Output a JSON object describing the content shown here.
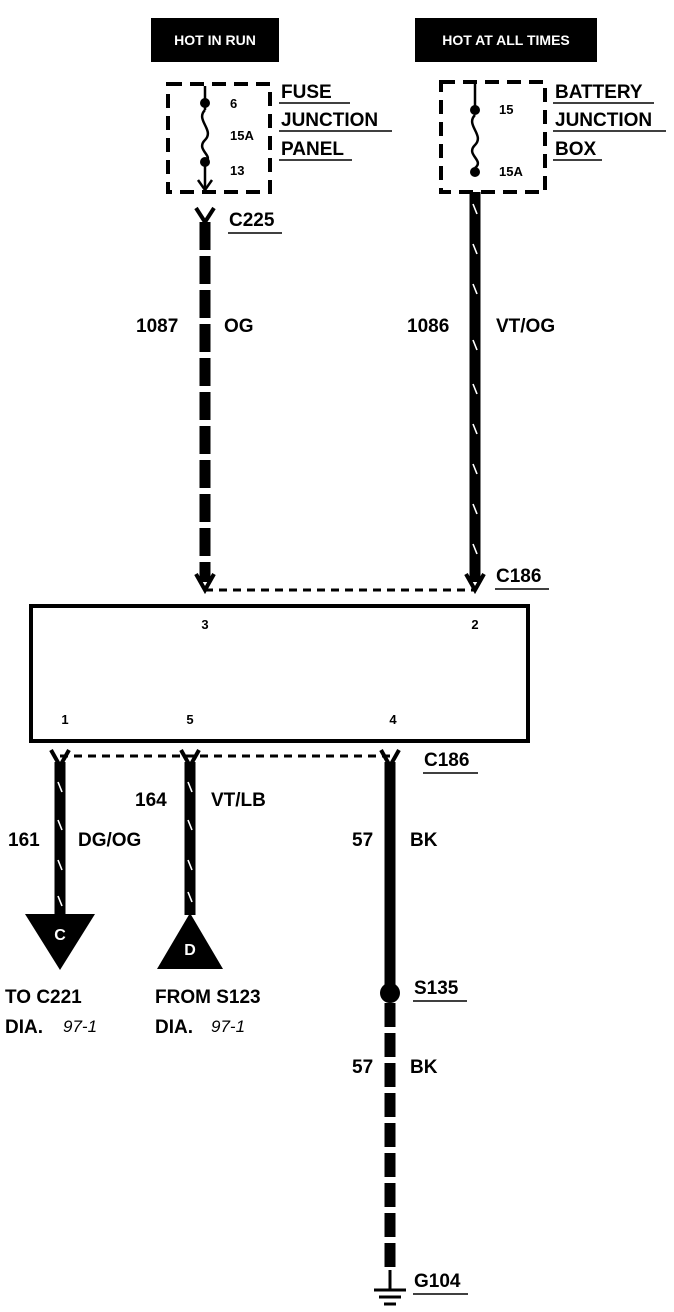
{
  "power_sources": {
    "hot_in_run": "HOT IN RUN",
    "hot_at_all_times": "HOT AT ALL TIMES"
  },
  "fuse_junction_panel": {
    "line1": "FUSE",
    "line2": "JUNCTION",
    "line3": "PANEL",
    "pin_top": "6",
    "rating": "15A",
    "pin_bottom": "13"
  },
  "battery_junction_box": {
    "line1": "BATTERY",
    "line2": "JUNCTION",
    "line3": "BOX",
    "pin_top": "15",
    "rating": "15A"
  },
  "connectors": {
    "c225": "C225",
    "c186_top": "C186",
    "c186_bottom": "C186"
  },
  "wires": {
    "w1087": {
      "circuit": "1087",
      "color": "OG"
    },
    "w1086": {
      "circuit": "1086",
      "color": "VT/OG"
    },
    "w161": {
      "circuit": "161",
      "color": "DG/OG"
    },
    "w164": {
      "circuit": "164",
      "color": "VT/LB"
    },
    "w57a": {
      "circuit": "57",
      "color": "BK"
    },
    "w57b": {
      "circuit": "57",
      "color": "BK"
    }
  },
  "module_pins": {
    "p3": "3",
    "p2": "2",
    "p1": "1",
    "p5": "5",
    "p4": "4"
  },
  "references": {
    "c_letter": "C",
    "c_line1": "TO C221",
    "c_dia": "DIA.",
    "c_page": "97-1",
    "d_letter": "D",
    "d_line1": "FROM S123",
    "d_dia": "DIA.",
    "d_page": "97-1"
  },
  "splice": "S135",
  "ground": "G104"
}
